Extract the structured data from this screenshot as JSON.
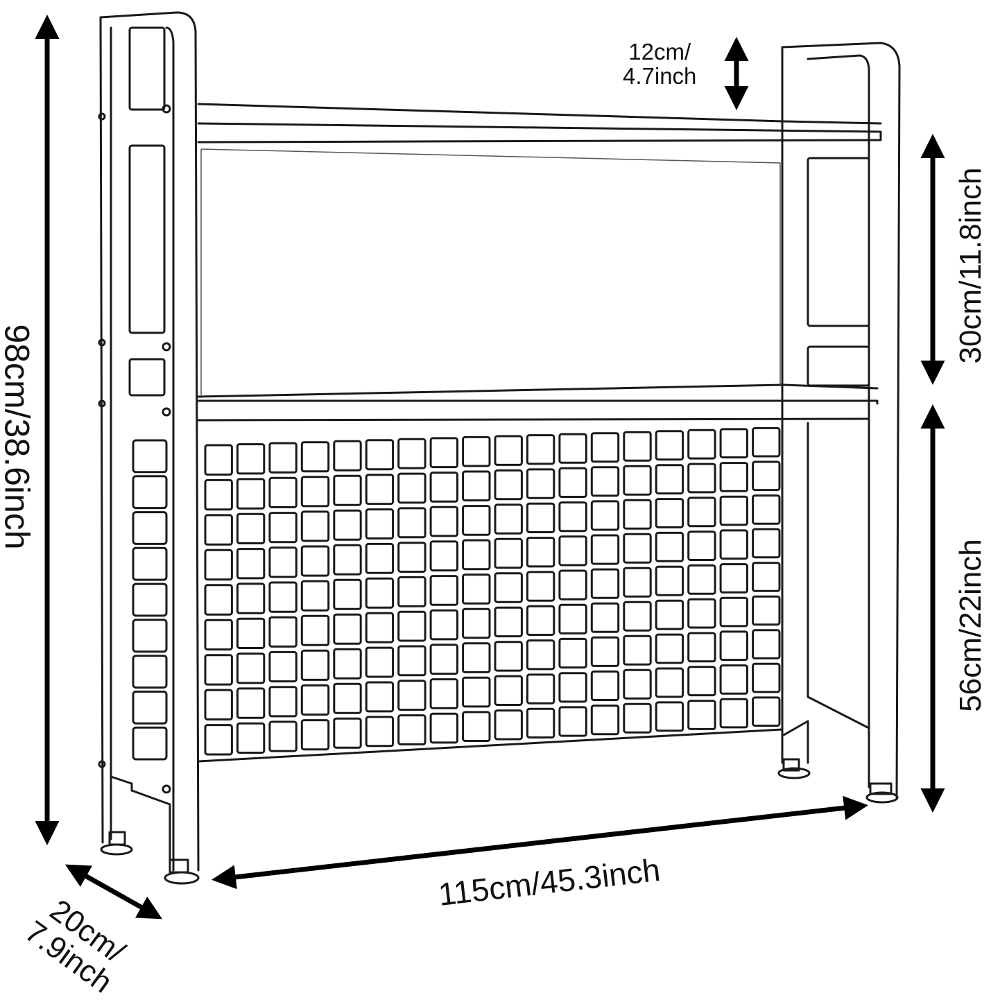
{
  "diagram": {
    "subject": "3-tier shelf rack with mesh side panels - dimension drawing",
    "line_color": "#1a1a1a",
    "background": "#ffffff",
    "mesh": {
      "rows": 9,
      "cols": 18,
      "side_rows": 9
    }
  },
  "dimensions": {
    "total_height": "98cm/38.6inch",
    "top_rail_height_line1": "12cm/",
    "top_rail_height_line2": "4.7inch",
    "upper_shelf_gap": "30cm/11.8inch",
    "lower_section_height": "56cm/22inch",
    "width": "115cm/45.3inch",
    "depth_line1": "20cm/",
    "depth_line2": "7.9inch"
  },
  "icons": {
    "arrow": "double-headed-arrow"
  }
}
